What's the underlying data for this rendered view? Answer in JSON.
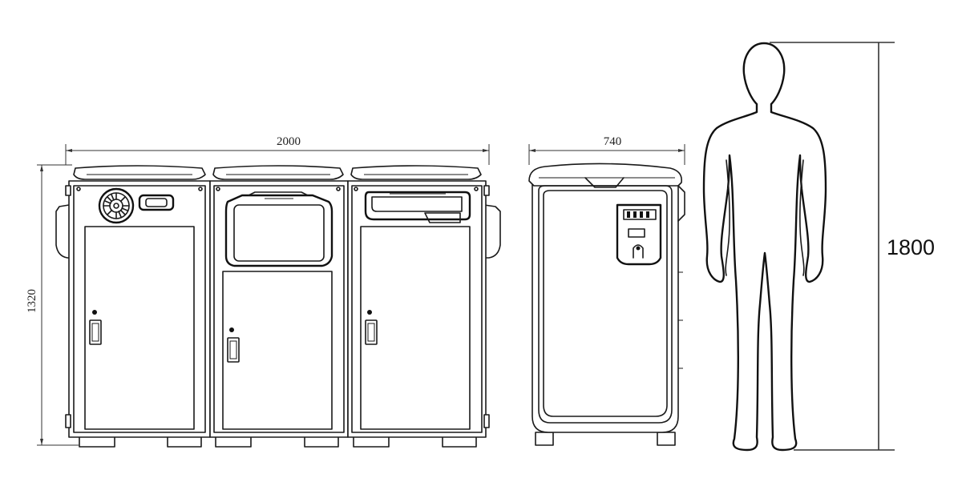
{
  "dimensions": {
    "total_width": "2000",
    "height": "1320",
    "depth": "740",
    "human_height": "1800"
  },
  "icons": [
    "fan-vent-icon",
    "card-reader-icon",
    "lock-icon",
    "handle-icon",
    "human-silhouette-icon"
  ]
}
